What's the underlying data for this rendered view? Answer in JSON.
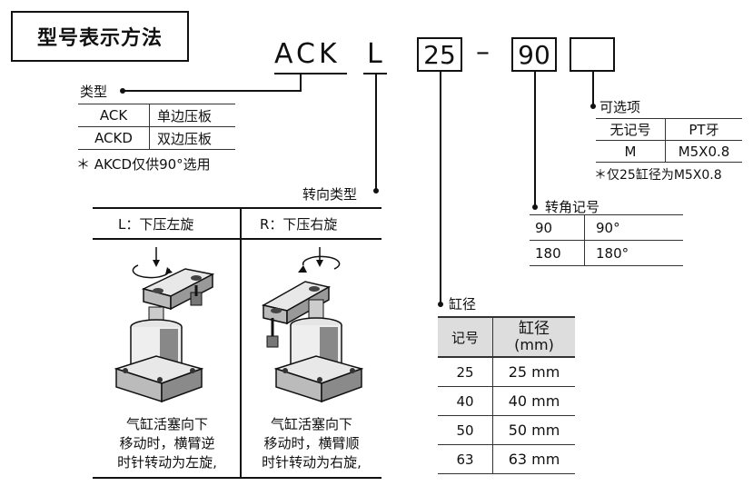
{
  "title": "型号表示方法",
  "code": {
    "prefix": "ACK",
    "turn": "L",
    "bore": "25",
    "dash": "–",
    "stroke": "90",
    "option": ""
  },
  "type_section": {
    "label": "类型",
    "rows": [
      {
        "code": "ACK",
        "desc": "单边压板"
      },
      {
        "code": "ACKD",
        "desc": "双边压板"
      }
    ],
    "note": "＊ AKCD仅供90°选用"
  },
  "option_section": {
    "label": "可选项",
    "rows": [
      {
        "code": "无记号",
        "desc": "PT牙"
      },
      {
        "code": "M",
        "desc": "M5X0.8"
      }
    ],
    "note": "＊仅25缸径为M5X0.8"
  },
  "angle_section": {
    "label": "转角记号",
    "rows": [
      {
        "code": "90",
        "desc": "90°"
      },
      {
        "code": "180",
        "desc": "180°"
      }
    ]
  },
  "turn_section": {
    "label": "转向类型",
    "left_title": "L：下压左旋",
    "right_title": "R：下压右旋",
    "left_text": [
      "气缸活塞向下",
      "移动时，横臂逆",
      "时针转动为左旋,"
    ],
    "right_text": [
      "气缸活塞向下",
      "移动时，横臂顺",
      "时针转动为右旋,"
    ]
  },
  "bore_section": {
    "label": "缸径",
    "header": {
      "code": "记号",
      "value": "缸径",
      "unit": "(mm)"
    },
    "rows": [
      {
        "code": "25",
        "value": "25 mm"
      },
      {
        "code": "40",
        "value": "40 mm"
      },
      {
        "code": "50",
        "value": "50 mm"
      },
      {
        "code": "63",
        "value": "63 mm"
      }
    ]
  }
}
